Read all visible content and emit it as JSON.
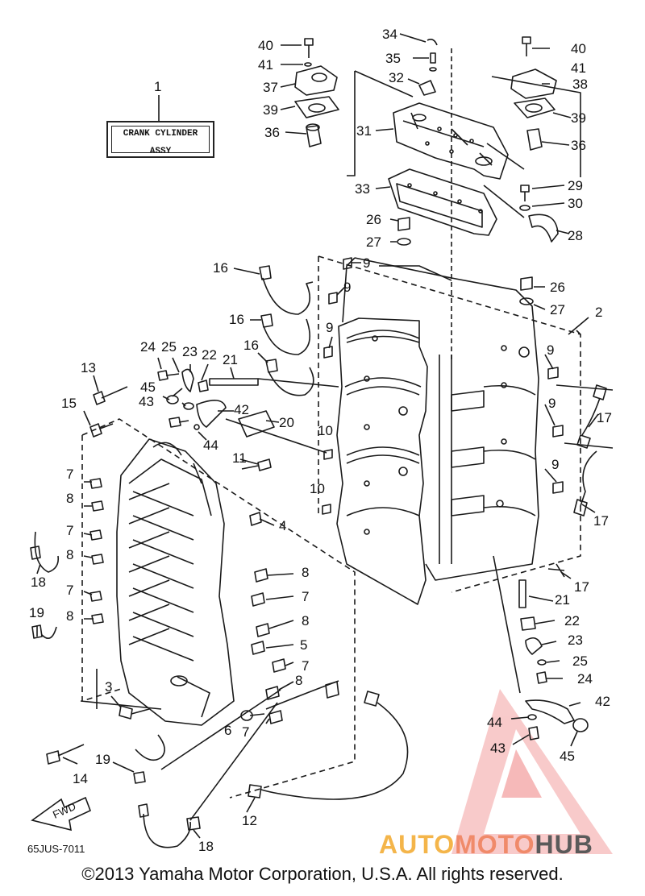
{
  "diagram": {
    "assy_box": {
      "line1": "CRANK CYLINDER",
      "line2": "ASSY"
    },
    "drawing_code": "65JUS-7011",
    "fwd_label": "FWD",
    "copyright": "©2013 Yamaha Motor Corporation, U.S.A. All rights reserved.",
    "watermark": {
      "part1": "AUTO",
      "part2": "MOTO",
      "part3": "HUB"
    },
    "callouts": [
      "1",
      "2",
      "3",
      "4",
      "5",
      "6",
      "7",
      "8",
      "9",
      "10",
      "11",
      "12",
      "13",
      "14",
      "15",
      "16",
      "17",
      "18",
      "19",
      "20",
      "21",
      "22",
      "23",
      "24",
      "25",
      "26",
      "27",
      "28",
      "29",
      "30",
      "31",
      "32",
      "33",
      "34",
      "35",
      "36",
      "37",
      "38",
      "39",
      "40",
      "41",
      "42",
      "43",
      "44",
      "45"
    ]
  }
}
